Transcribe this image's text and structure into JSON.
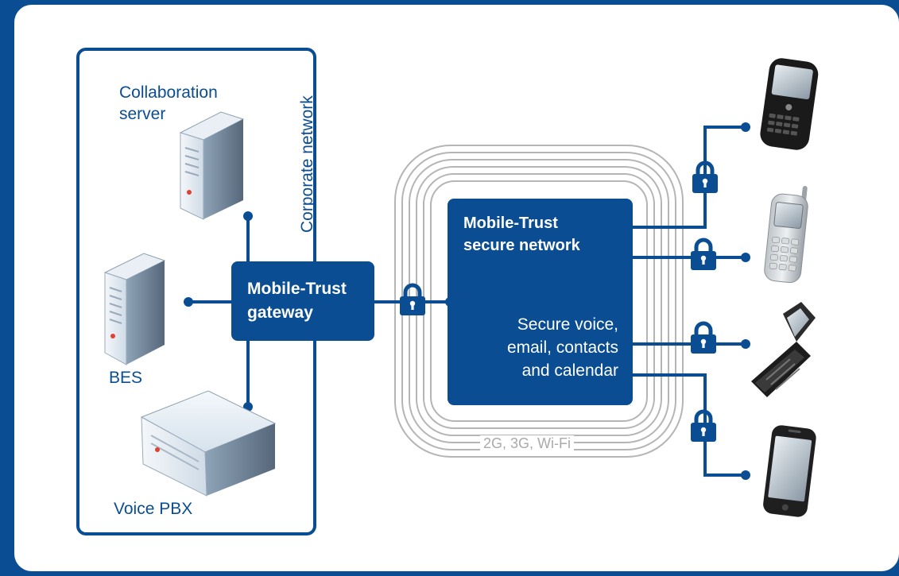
{
  "corporate_network": {
    "label": "Corporate network",
    "servers": [
      {
        "label": "Collaboration server",
        "label_line1": "Collaboration",
        "label_line2": "server",
        "icon": "server-tower-icon"
      },
      {
        "label": "BES",
        "icon": "server-tower-icon"
      },
      {
        "label": "Voice PBX",
        "icon": "pbx-unit-icon"
      }
    ]
  },
  "gateway": {
    "line1": "Mobile-Trust",
    "line2": "gateway"
  },
  "secure_network": {
    "title_line1": "Mobile-Trust",
    "title_line2": "secure network",
    "services_line1": "Secure voice,",
    "services_line2": "email, contacts",
    "services_line3": "and calendar"
  },
  "carrier_rings": {
    "label": "2G, 3G, Wi-Fi"
  },
  "devices": [
    {
      "icon": "blackberry-phone-icon"
    },
    {
      "icon": "feature-phone-icon"
    },
    {
      "icon": "flip-phone-icon"
    },
    {
      "icon": "smartphone-icon"
    }
  ],
  "colors": {
    "primary_blue": "#0a4d92",
    "ring_gray": "#b5b5b5",
    "background": "#ffffff"
  }
}
